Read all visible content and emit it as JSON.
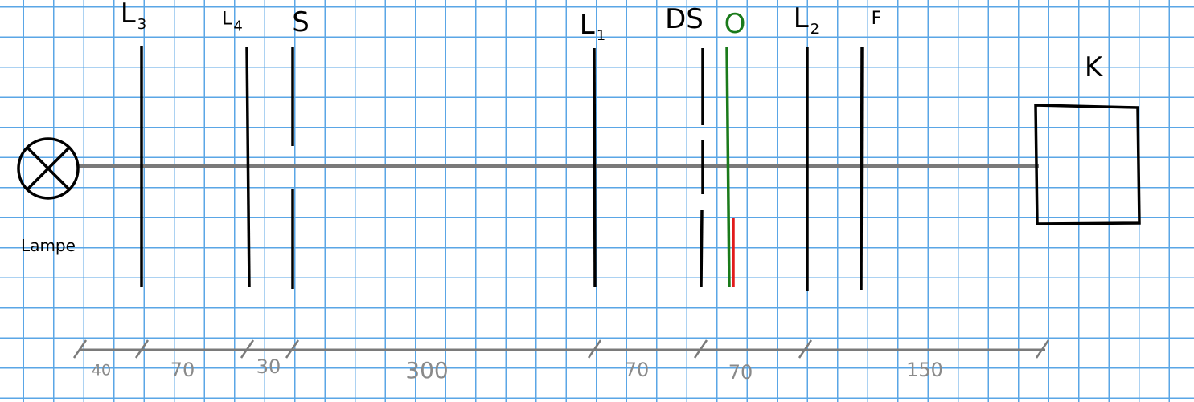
{
  "lamp_label": "Lampe",
  "components": [
    {
      "id": "L3",
      "main": "L",
      "sub": "3"
    },
    {
      "id": "L4",
      "main": "L",
      "sub": "4"
    },
    {
      "id": "S",
      "main": "S",
      "sub": ""
    },
    {
      "id": "L1",
      "main": "L",
      "sub": "1"
    },
    {
      "id": "DS",
      "main": "DS",
      "sub": ""
    },
    {
      "id": "O",
      "main": "O",
      "sub": ""
    },
    {
      "id": "L2",
      "main": "L",
      "sub": "2"
    },
    {
      "id": "F",
      "main": "F",
      "sub": ""
    }
  ],
  "camera_label": "K",
  "distances": [
    "40",
    "70",
    "30",
    "300",
    "70",
    "70",
    "150"
  ],
  "colors": {
    "optical_axis": "#7a7a7a",
    "object": "#1a7a1a",
    "marker": "#e21b1b",
    "grid": "#5aa6e6"
  }
}
